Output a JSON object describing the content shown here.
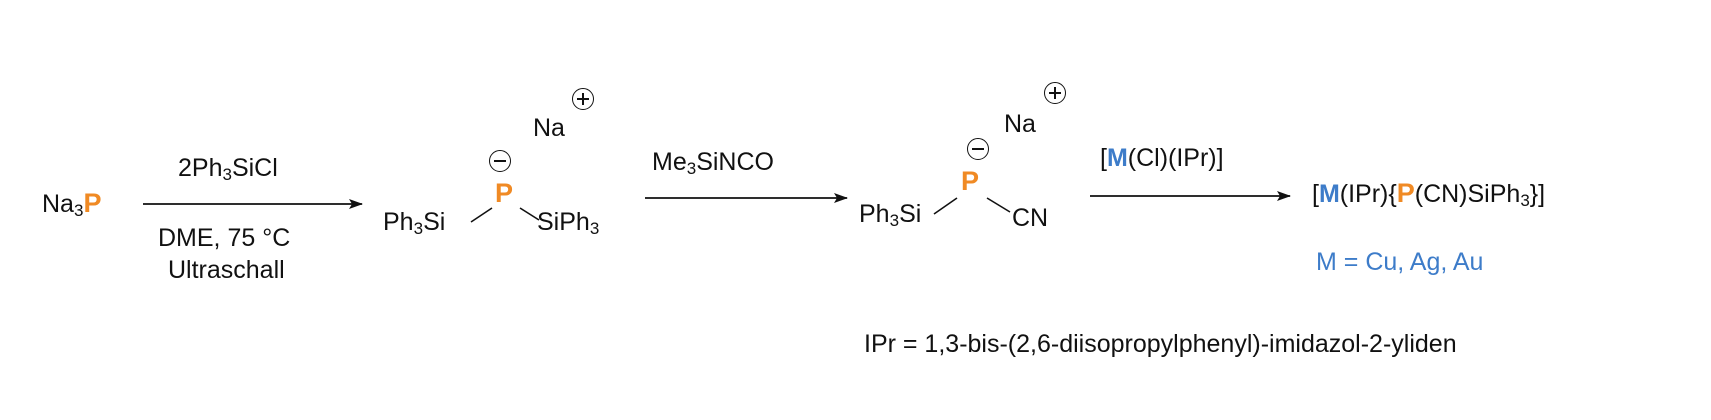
{
  "reagents": {
    "step1_above": "2Ph",
    "step1_above_sub": "3",
    "step1_above_tail": "SiCl",
    "step1_below_1": "DME, 75 °C",
    "step1_below_2": "Ultraschall",
    "step2_above_a": "Me",
    "step2_above_sub": "3",
    "step2_above_b": "SiNCO",
    "step3_above_a": "[",
    "step3_metal": "M",
    "step3_above_b": "(Cl)(IPr)]"
  },
  "species": {
    "start_na": "Na",
    "start_sub": "3",
    "phosphorus": "P",
    "sodium": "Na",
    "ph": "Ph",
    "three": "3",
    "si": "Si",
    "siph": "SiPh",
    "cn": "CN",
    "product_a": "[",
    "product_metal": "M",
    "product_b": "(IPr){",
    "product_p": "P",
    "product_c": "(CN)SiPh",
    "product_sub": "3",
    "product_d": "}]"
  },
  "legend": {
    "metals": "M = Cu, Ag, Au",
    "ipr_definition": "IPr = 1,3-bis-(2,6-diisopropylphenyl)-imidazol-2-yliden"
  },
  "colors": {
    "phosphorus": "#f08a24",
    "metal": "#3d7cc9"
  }
}
